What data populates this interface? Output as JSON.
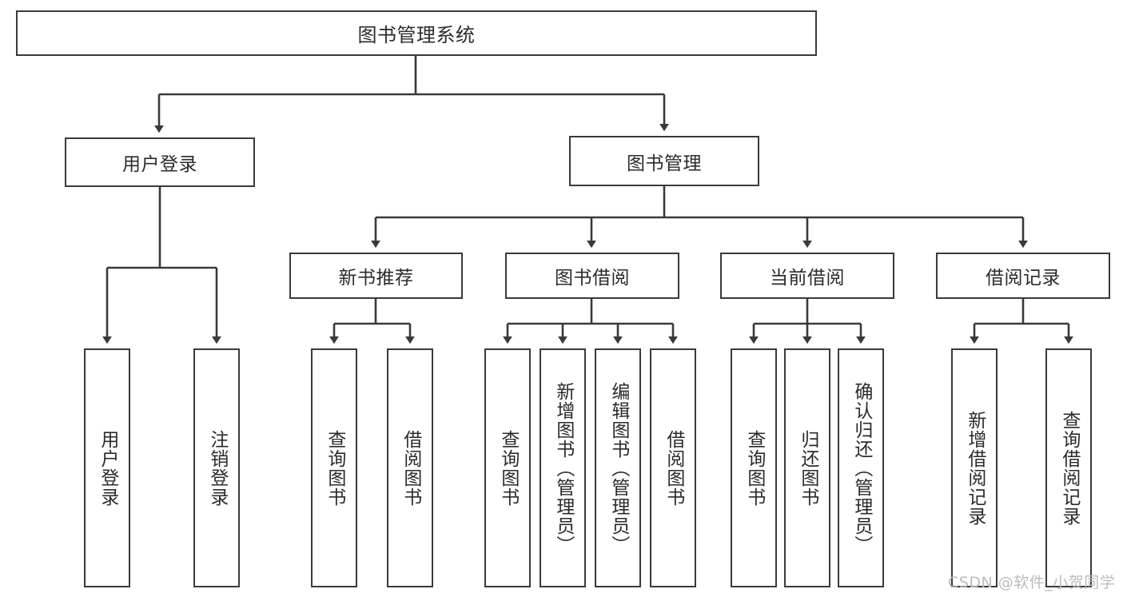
{
  "diagram": {
    "type": "tree",
    "title": "图书管理系统",
    "stroke_color": "#3a3a3a",
    "text_color": "#2b2b2b",
    "background": "#ffffff",
    "watermark": "CSDN @软件_小贺同学",
    "nodes": {
      "root": {
        "label": "图书管理系统"
      },
      "level1": [
        {
          "id": "user-login",
          "label": "用户登录"
        },
        {
          "id": "book-manage",
          "label": "图书管理"
        }
      ],
      "level2": [
        {
          "id": "new-book-recommend",
          "label": "新书推荐",
          "parent": "book-manage"
        },
        {
          "id": "book-borrow",
          "label": "图书借阅",
          "parent": "book-manage"
        },
        {
          "id": "current-borrow",
          "label": "当前借阅",
          "parent": "book-manage"
        },
        {
          "id": "borrow-record",
          "label": "借阅记录",
          "parent": "book-manage"
        }
      ],
      "leaves": [
        {
          "id": "leaf-user-login",
          "label": "用户登录",
          "parent": "user-login"
        },
        {
          "id": "leaf-user-logout",
          "label": "注销登录",
          "parent": "user-login"
        },
        {
          "id": "leaf-query-book-1",
          "label": "查询图书",
          "parent": "new-book-recommend"
        },
        {
          "id": "leaf-borrow-book-1",
          "label": "借阅图书",
          "parent": "new-book-recommend"
        },
        {
          "id": "leaf-query-book-2",
          "label": "查询图书",
          "parent": "book-borrow"
        },
        {
          "id": "leaf-add-book",
          "label": "新增图书（管理员）",
          "parent": "book-borrow"
        },
        {
          "id": "leaf-edit-book",
          "label": "编辑图书（管理员）",
          "parent": "book-borrow"
        },
        {
          "id": "leaf-borrow-book-2",
          "label": "借阅图书",
          "parent": "book-borrow"
        },
        {
          "id": "leaf-query-book-3",
          "label": "查询图书",
          "parent": "current-borrow"
        },
        {
          "id": "leaf-return-book",
          "label": "归还图书",
          "parent": "current-borrow"
        },
        {
          "id": "leaf-confirm-return",
          "label": "确认归还（管理员）",
          "parent": "current-borrow"
        },
        {
          "id": "leaf-add-record",
          "label": "新增借阅记录",
          "parent": "borrow-record"
        },
        {
          "id": "leaf-query-record",
          "label": "查询借阅记录",
          "parent": "borrow-record"
        }
      ]
    }
  }
}
